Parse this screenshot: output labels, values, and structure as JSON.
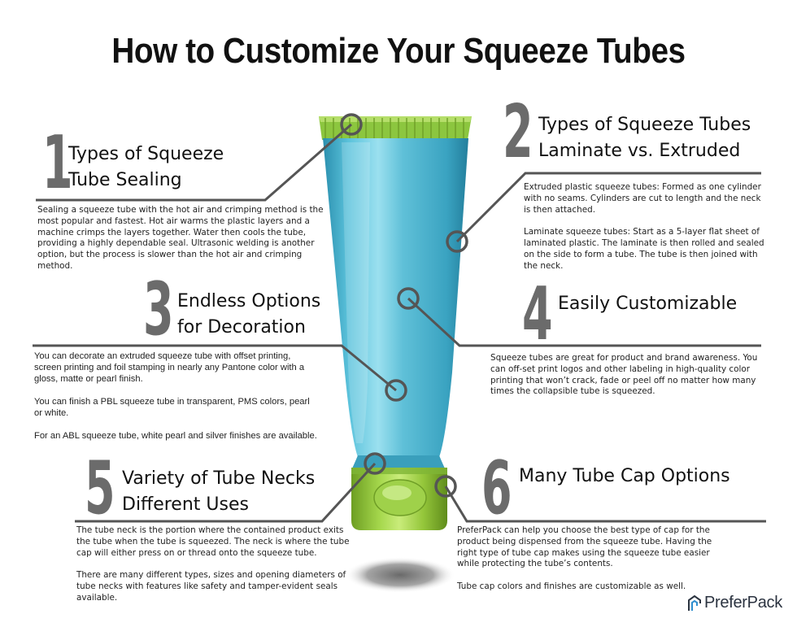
{
  "title": "How to Customize Your Squeeze Tubes",
  "sections": [
    {
      "number": "1",
      "heading": [
        "Types of Squeeze",
        "Tube Sealing"
      ],
      "paragraphs": [
        "Sealing a squeeze tube with the hot air and crimping method is the most popular and fastest. Hot air warms the plastic layers and a machine crimps the layers together. Water then cools the tube, providing a highly dependable seal. Ultrasonic welding is another option, but the process is slower than the hot air and crimping method."
      ]
    },
    {
      "number": "2",
      "heading": [
        "Types of Squeeze Tubes",
        "Laminate vs. Extruded"
      ],
      "paragraphs": [
        "Extruded plastic squeeze tubes: Formed as one cylinder with no seams. Cylinders are cut to length and the neck is then attached.",
        "Laminate squeeze tubes: Start as a 5-layer flat sheet of laminated plastic. The laminate is then rolled and sealed on the side to form a tube. The tube is then joined with the neck."
      ]
    },
    {
      "number": "3",
      "heading": [
        "Endless Options",
        "for Decoration"
      ],
      "paragraphs": [
        "You can decorate an extruded squeeze tube with offset printing, screen printing and foil stamping in nearly any Pantone color with a gloss, matte or pearl finish.",
        "You can finish a PBL squeeze tube in transparent, PMS colors, pearl or white.",
        "For an ABL squeeze tube, white pearl and silver finishes are available."
      ]
    },
    {
      "number": "4",
      "heading": [
        "Easily Customizable"
      ],
      "paragraphs": [
        "Squeeze tubes are great for product and brand awareness.  You can off-set print logos and other labeling in high-quality color printing that won’t crack, fade or peel off no matter how many times the collapsible tube is squeezed."
      ]
    },
    {
      "number": "5",
      "heading": [
        "Variety of Tube Necks",
        "Different Uses"
      ],
      "paragraphs": [
        "The tube neck is the portion where the contained product exits the tube when the tube is squeezed. The neck is where the tube cap will either press on or thread onto the squeeze tube.",
        "There are many different types, sizes and opening diameters of tube necks with features like safety and tamper-evident seals available."
      ]
    },
    {
      "number": "6",
      "heading": [
        "Many Tube Cap Options"
      ],
      "paragraphs": [
        " PreferPack can help you choose the best type of cap for the product being dispensed from the squeeze tube. Having the right type of tube cap makes using the squeeze tube easier while protecting the tube’s contents.",
        "Tube cap colors and finishes are customizable as well."
      ]
    }
  ],
  "logo": {
    "part1": "Prefer",
    "part2": "Pack"
  },
  "colors": {
    "tube_blue": "#4fb6d2",
    "cap_green": "#8cc63f",
    "line_gray": "#555555",
    "number_gray": "#6b6b6b"
  }
}
